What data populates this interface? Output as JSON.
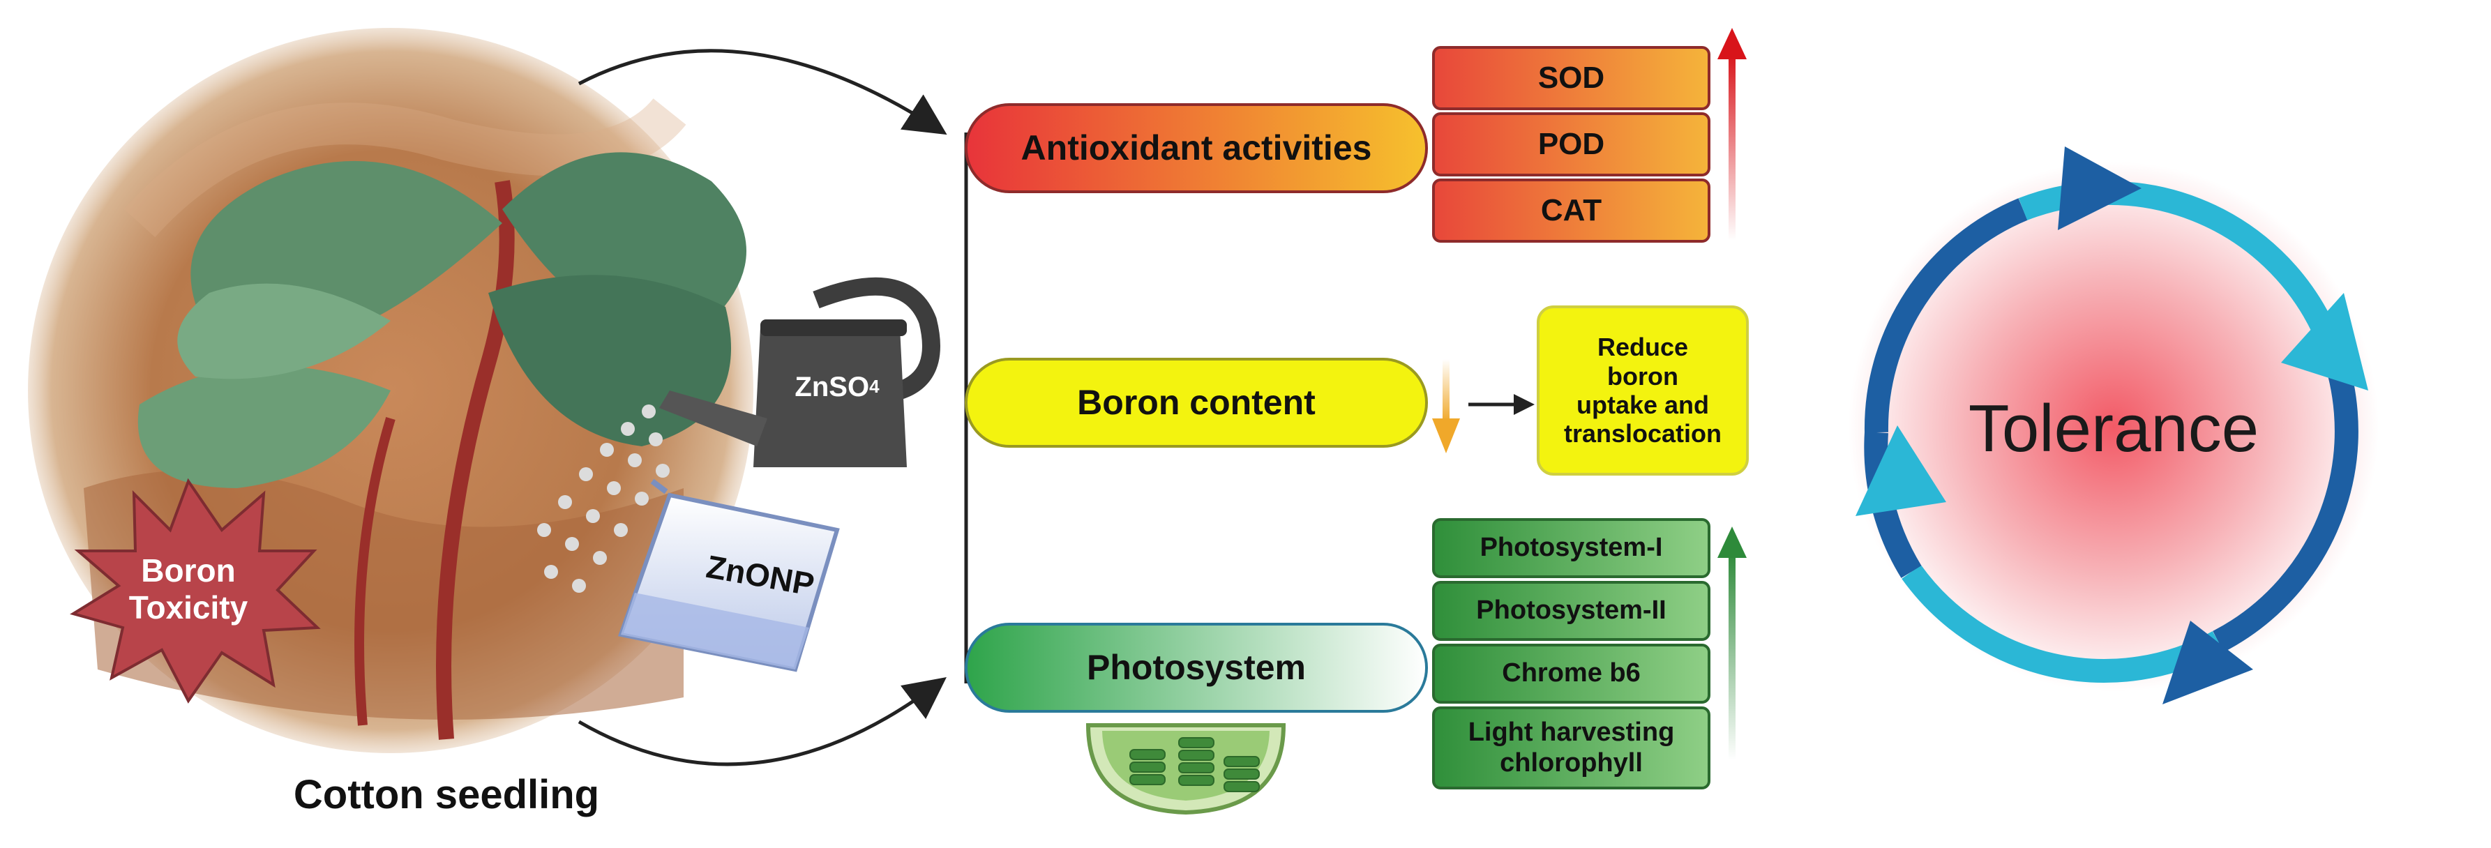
{
  "left": {
    "boron_badge": {
      "line1": "Boron",
      "line2": "Toxicity"
    },
    "seedling_caption": "Cotton seedling",
    "watering_can_label": "ZnSO",
    "watering_can_subscript": "4",
    "beaker_label": "ZnONP"
  },
  "antioxidant": {
    "label": "Antioxidant activities",
    "items": [
      "SOD",
      "POD",
      "CAT"
    ]
  },
  "boron": {
    "label": "Boron content",
    "result_lines": [
      "Reduce",
      "boron",
      "uptake and",
      "translocation"
    ]
  },
  "photosystem": {
    "label": "Photosystem",
    "items": [
      "Photosystem-I",
      "Photosystem-II",
      "Chrome b6",
      "Light harvesting chlorophyll"
    ]
  },
  "tolerance": {
    "label": "Tolerance"
  },
  "colors": {
    "antioxidant_start": "#e8343a",
    "antioxidant_end": "#f6c12d",
    "boron_fill": "#f3f30f",
    "photo_start": "#2ea44a",
    "photo_end": "#ffffff",
    "green_box": "#3f9e45",
    "cycle_dark": "#1d5fa3",
    "cycle_light": "#2bb7d6",
    "badge": "#b8444a"
  }
}
